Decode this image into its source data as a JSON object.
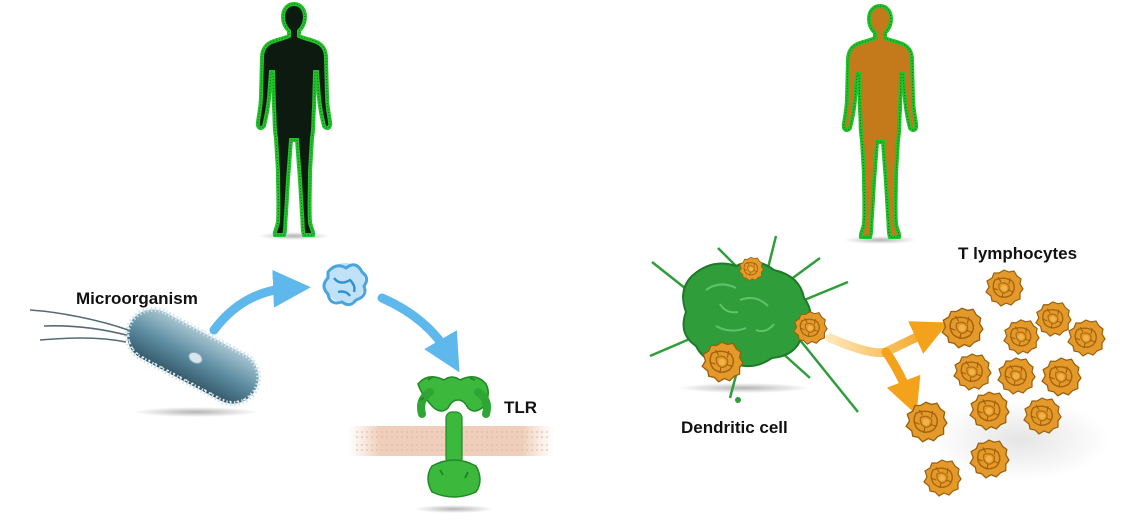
{
  "labels": {
    "microorganism": "Microorganism",
    "tlr": "TLR",
    "dendritic_cell": "Dendritic cell",
    "t_lymphocytes": "T lymphocytes"
  },
  "colors": {
    "body_outline": "#22c22a",
    "body_fill_left": "#0c1a10",
    "body_fill_right": "#c47a1a",
    "arrow_blue": "#5fb8ec",
    "arrow_orange": "#f4a21c",
    "tlr_green": "#3cb83c",
    "bacterium": "#6c98aa",
    "dendritic": "#2f9e3a",
    "lymphocyte": "#e39a2a"
  },
  "icons": [
    "human-figure-icon",
    "bacterium-icon",
    "molecule-icon",
    "tlr-receptor-icon",
    "membrane-icon",
    "dendritic-cell-icon",
    "t-lymphocyte-icon"
  ]
}
